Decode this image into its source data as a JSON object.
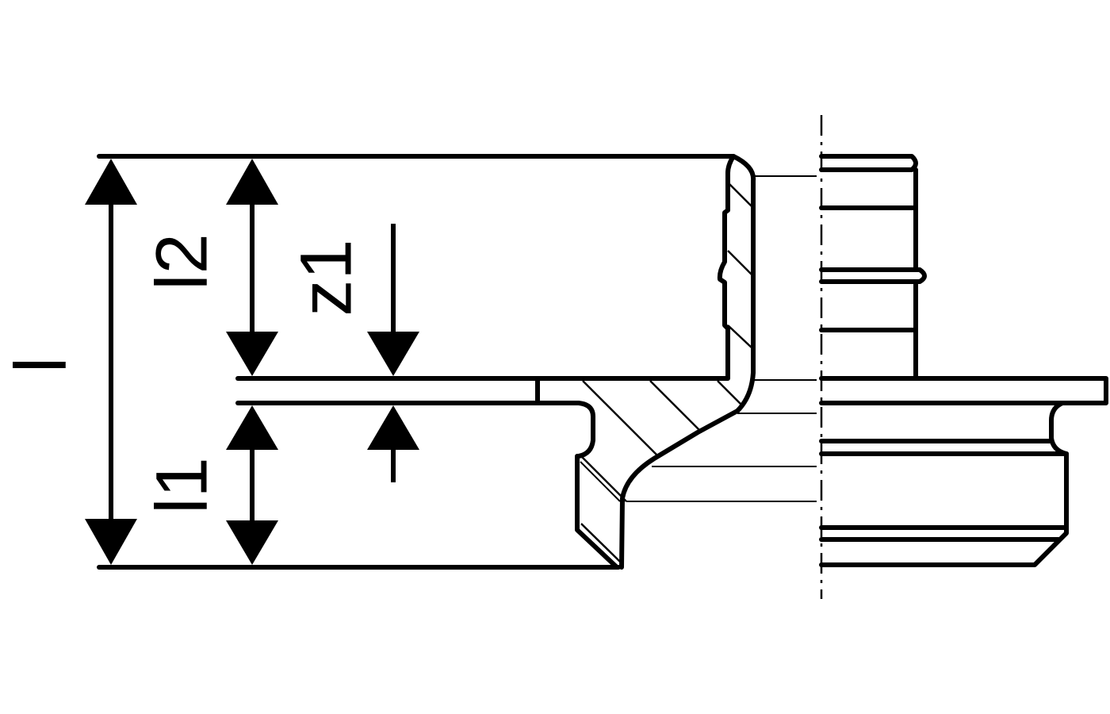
{
  "labels": {
    "overall_length": "l",
    "length_1": "l1",
    "length_2": "l2",
    "insertion_depth": "z1"
  },
  "colors": {
    "stroke": "#000000",
    "background": "#ffffff"
  }
}
